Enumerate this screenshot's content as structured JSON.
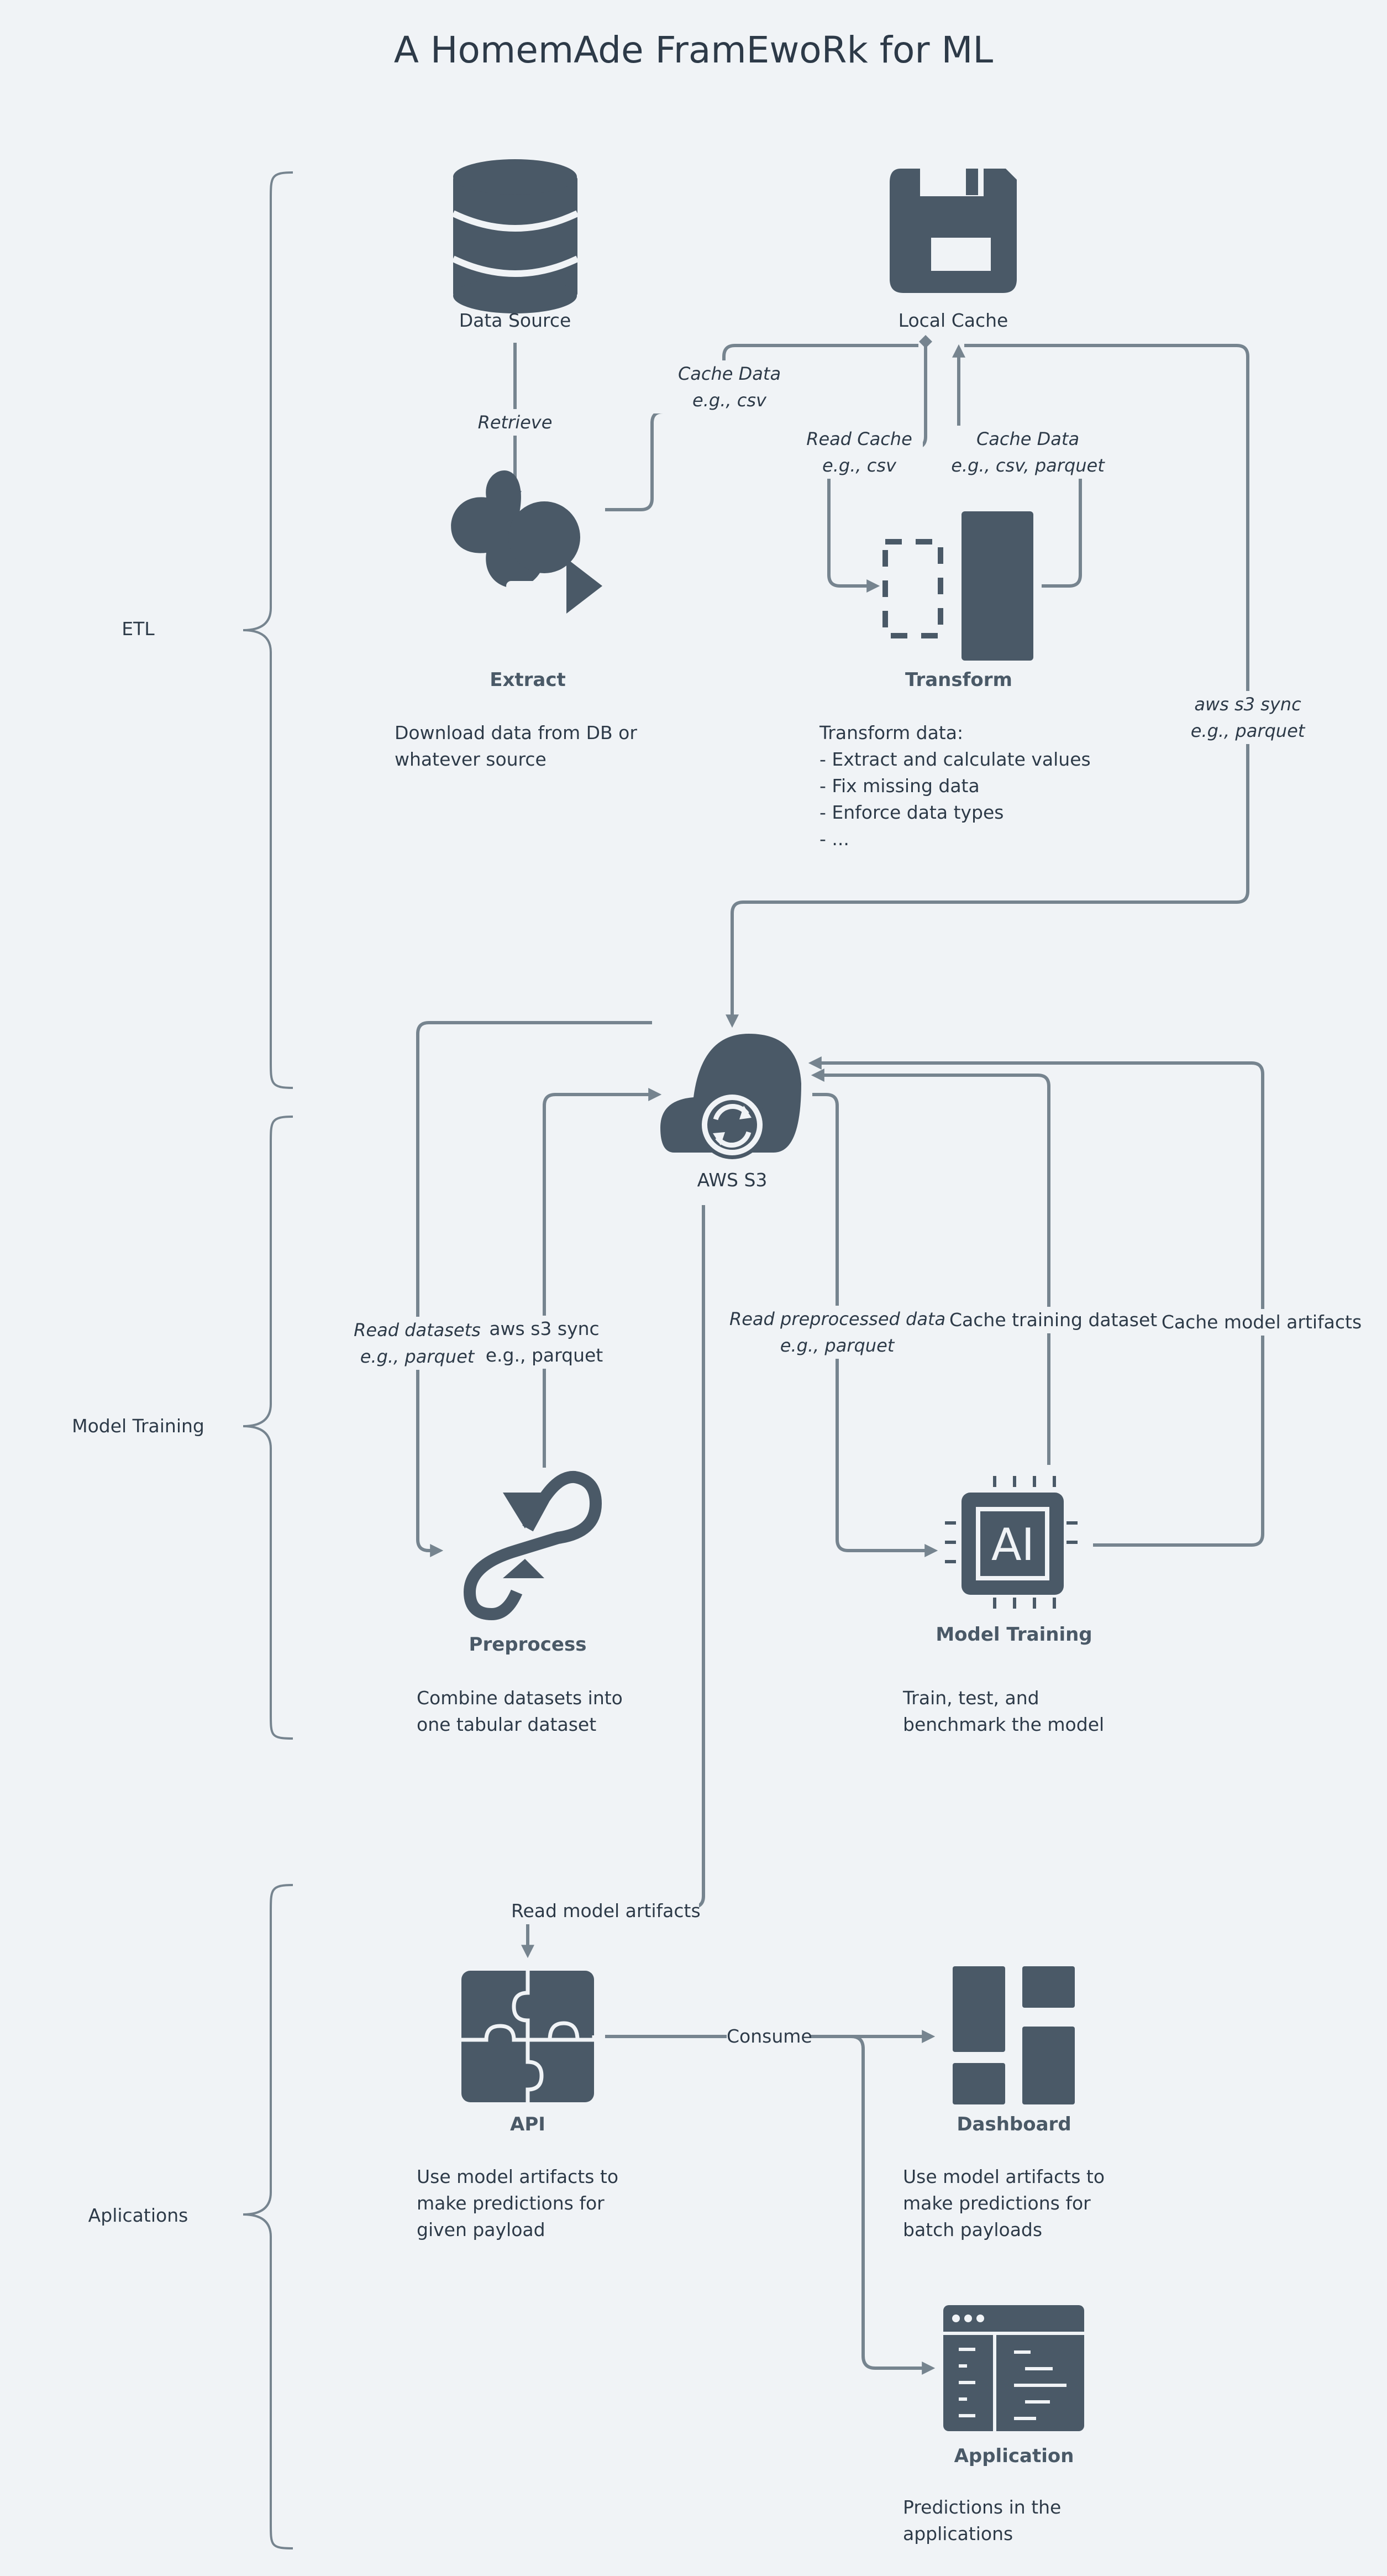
{
  "title": "A HomemAde FramEwoRk for ML",
  "sections": {
    "etl": "ETL",
    "model_training": "Model Training",
    "applications": "Aplications"
  },
  "nodes": {
    "data_source": {
      "label": "Data Source",
      "icon": "database-icon"
    },
    "local_cache": {
      "label": "Local Cache",
      "icon": "floppy-disk-icon"
    },
    "extract": {
      "label": "Extract",
      "icon": "extract-icon",
      "desc": [
        "Download data from DB or",
        "whatever source"
      ]
    },
    "transform": {
      "label": "Transform",
      "icon": "transform-icon",
      "desc": [
        "Transform data:",
        "- Extract and calculate values",
        "- Fix missing data",
        "- Enforce data types",
        "- ..."
      ]
    },
    "aws_s3": {
      "label": "AWS S3",
      "icon": "cloud-sync-icon"
    },
    "preprocess": {
      "label": "Preprocess",
      "icon": "preprocess-loop-icon",
      "desc": [
        "Combine datasets into",
        "one tabular dataset"
      ]
    },
    "model_training": {
      "label": "Model Training",
      "icon": "ai-chip-icon",
      "desc": [
        "Train, test, and",
        "benchmark the model"
      ]
    },
    "api": {
      "label": "API",
      "icon": "puzzle-icon",
      "desc": [
        "Use model artifacts to",
        "make predictions for",
        "given payload"
      ]
    },
    "dashboard": {
      "label": "Dashboard",
      "icon": "dashboard-icon",
      "desc": [
        "Use model artifacts to",
        "make predictions for",
        "batch payloads"
      ]
    },
    "application": {
      "label": "Application",
      "icon": "app-window-icon",
      "desc": [
        "Predictions in the",
        "applications"
      ]
    }
  },
  "edges": {
    "retrieve": "Retrieve",
    "cache_data": [
      "Cache Data",
      "e.g., csv"
    ],
    "read_cache": [
      "Read Cache",
      "e.g., csv"
    ],
    "cache_data_2": [
      "Cache Data",
      "e.g., csv, parquet"
    ],
    "aws_s3_sync_1": [
      "aws s3 sync",
      "e.g., parquet"
    ],
    "read_datasets": [
      "Read datasets",
      "e.g., parquet"
    ],
    "aws_s3_sync_2": [
      "aws s3 sync",
      "e.g., parquet"
    ],
    "read_preprocessed": [
      "Read preprocessed data",
      "e.g., parquet"
    ],
    "cache_training": "Cache training dataset",
    "cache_model": "Cache model artifacts",
    "read_model": "Read model artifacts",
    "consume": "Consume"
  },
  "colors": {
    "background": "#f0f3f6",
    "icon": "#4a5967",
    "connector": "#76848f",
    "text": "#2d3a48"
  }
}
